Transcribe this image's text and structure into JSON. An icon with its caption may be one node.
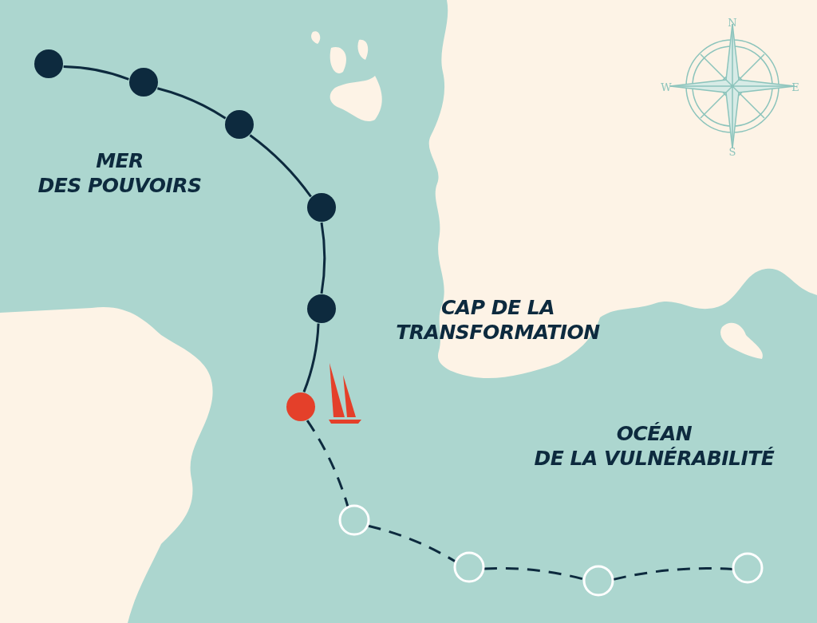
{
  "diagram": {
    "nodes": [
      {
        "text": [],
        "shape": "circle"
      },
      {
        "text": [],
        "shape": "circle"
      },
      {
        "text": [],
        "shape": "circle"
      },
      {
        "text": [],
        "shape": "circle"
      },
      {
        "text": [],
        "shape": "circle"
      },
      {
        "text": [],
        "shape": "circle"
      },
      {
        "text": [],
        "shape": "circle"
      },
      {
        "text": [],
        "shape": "circle"
      },
      {
        "text": [],
        "shape": "circle"
      },
      {
        "text": [],
        "shape": "circle"
      }
    ],
    "edges": [
      {
        "from": 0,
        "to": 1,
        "arrow": "none"
      },
      {
        "from": 1,
        "to": 2,
        "arrow": "none"
      },
      {
        "from": 2,
        "to": 3,
        "arrow": "none"
      },
      {
        "from": 3,
        "to": 4,
        "arrow": "none"
      },
      {
        "from": 4,
        "to": 5,
        "arrow": "none"
      },
      {
        "from": 5,
        "to": 6,
        "arrow": "none",
        "style": "dashed"
      },
      {
        "from": 6,
        "to": 7,
        "arrow": "none",
        "style": "dashed"
      },
      {
        "from": 7,
        "to": 8,
        "arrow": "none",
        "style": "dashed"
      },
      {
        "from": 8,
        "to": 9,
        "arrow": "none",
        "style": "dashed"
      }
    ],
    "labels": [
      "N",
      "W",
      "E",
      "S",
      "MER DES POUVOIRS",
      "CAP DE LA TRANSFORMATION",
      "OCÉAN DE LA VULNÉRABILITÉ"
    ]
  }
}
